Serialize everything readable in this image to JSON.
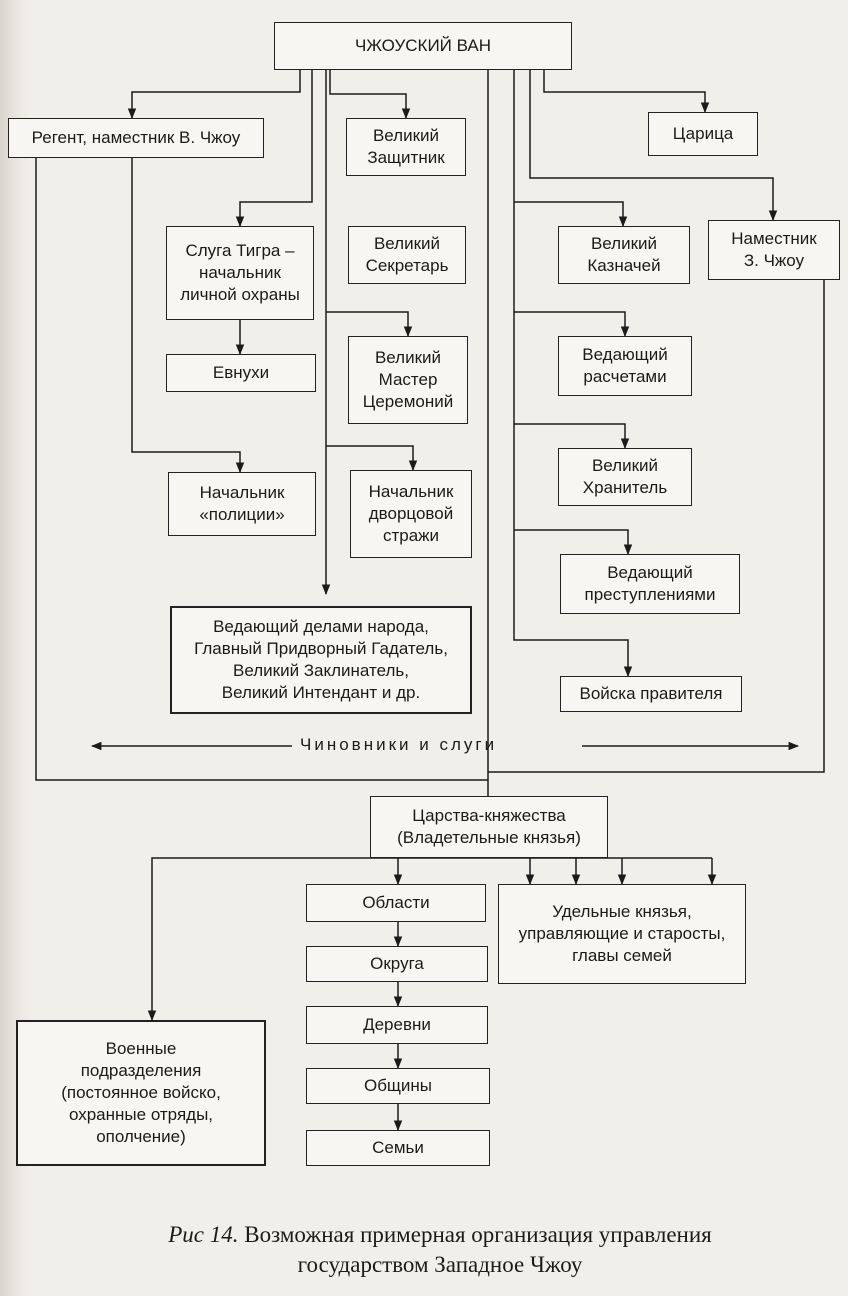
{
  "nodes": {
    "ruler": "ЧЖОУСКИЙ ВАН",
    "regent": "Регент, наместник В. Чжоу",
    "great_protector": "Великий\nЗащитник",
    "empress": "Царица",
    "tiger_servant": "Слуга Тигра –\nначальник\nличной охраны",
    "great_secretary": "Великий\nСекретарь",
    "great_treasurer": "Великий\nКазначей",
    "governor_west": "Наместник\nЗ. Чжоу",
    "eunuchs": "Евнухи",
    "master_ceremonies": "Великий\nМастер\nЦеремоний",
    "accounts": "Ведающий\nрасчетами",
    "great_keeper": "Великий\nХранитель",
    "police_chief": "Начальник\n«полиции»",
    "palace_guard_chief": "Начальник\nдворцовой\nстражи",
    "crimes": "Ведающий\nпреступлениями",
    "people_affairs": "Ведающий делами народа,\nГлавный Придворный Гадатель,\nВеликий Заклинатель,\nВеликий Интендант и др.",
    "ruler_troops": "Войска правителя",
    "kingdoms": "Царства-княжества\n(Владетельные князья)",
    "regions": "Области",
    "appanage": "Удельные князья,\nуправляющие и старосты,\nглавы семей",
    "districts": "Округа",
    "villages": "Деревни",
    "military": "Военные\nподразделения\n(постоянное войско,\nохранные отряды,\nополчение)",
    "communities": "Общины",
    "families": "Семьи"
  },
  "officials_label": "Чиновники и слуги",
  "caption": {
    "figure_ref": "Рис 14.",
    "line1": "Возможная примерная организация управления",
    "line2": "государством Западное Чжоу"
  }
}
